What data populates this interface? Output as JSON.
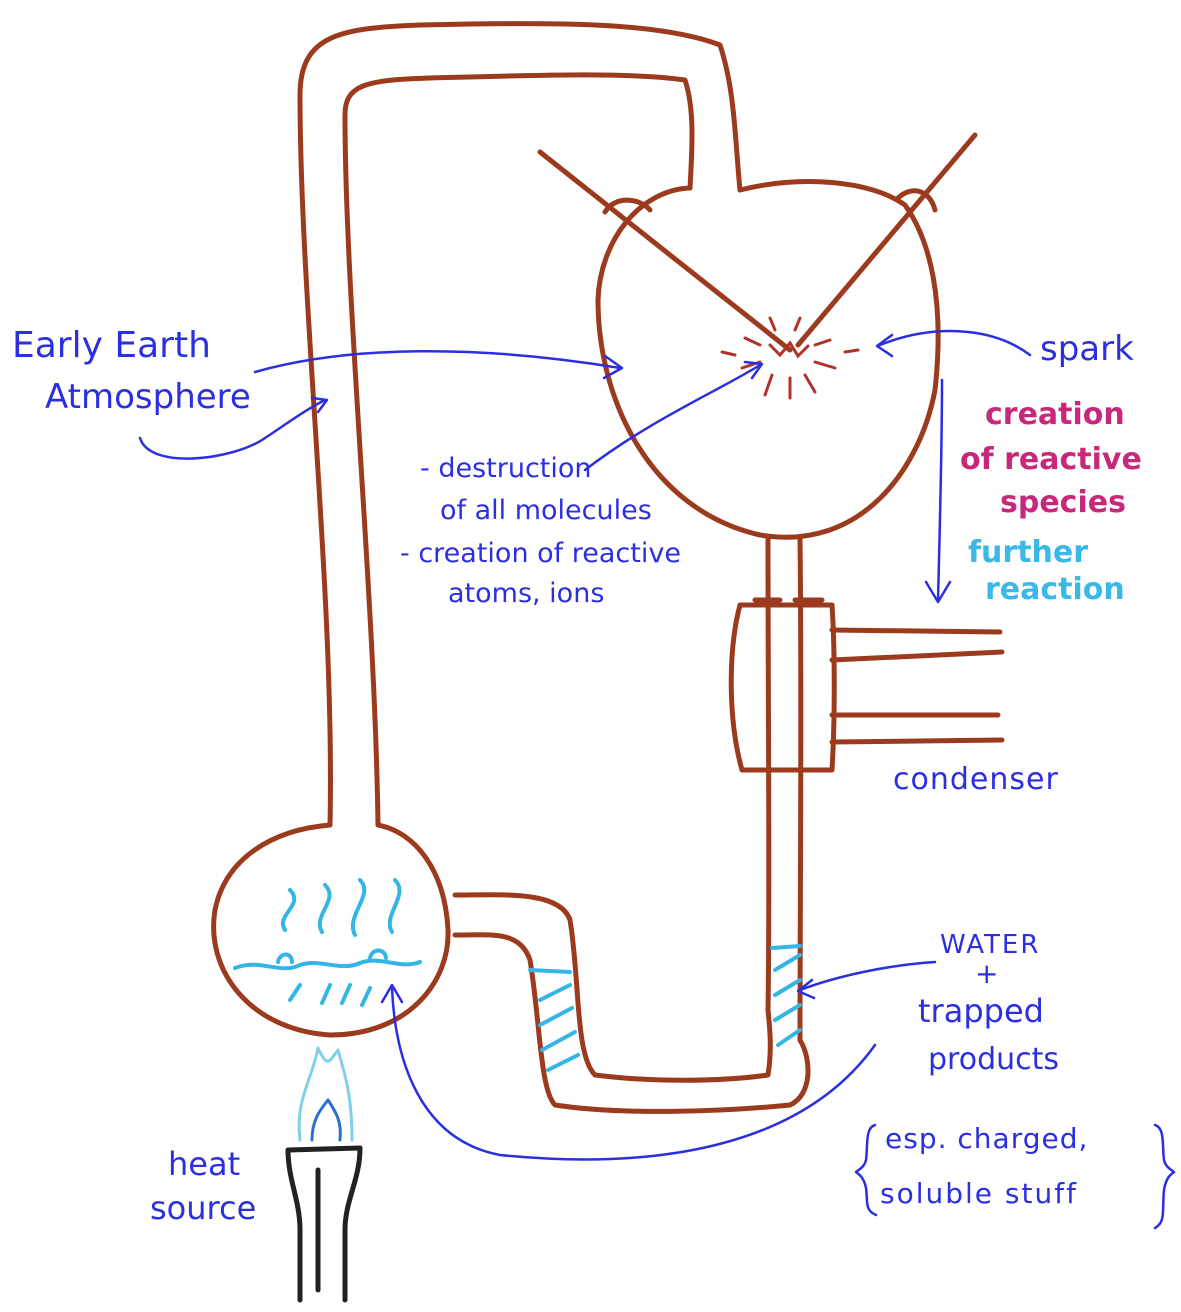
{
  "labels": {
    "early_earth_line1": "Early Earth",
    "early_earth_line2": "Atmosphere",
    "spark": "spark",
    "creation_line1": "creation",
    "creation_line2": "of reactive",
    "creation_line3": "species",
    "further_line1": "further",
    "further_line2": "reaction",
    "destruction_line1": "- destruction",
    "destruction_line2": "of all molecules",
    "creation_ions_line1": "- creation of reactive",
    "creation_ions_line2": "atoms, ions",
    "condenser": "condenser",
    "water_line1": "WATER",
    "water_line2": "+",
    "water_line3": "trapped",
    "water_line4": "products",
    "esp_line1": "esp. charged,",
    "esp_line2": "soluble stuff",
    "heat_line1": "heat",
    "heat_line2": "source"
  },
  "colors": {
    "glassware": "#9c3a1e",
    "annotation_blue": "#2b2fe0",
    "reactive_magenta": "#c8287a",
    "further_cyan": "#3ab8e8",
    "water_cyan": "#35b5e5",
    "burner": "#222222",
    "spark": "#b0322a"
  }
}
